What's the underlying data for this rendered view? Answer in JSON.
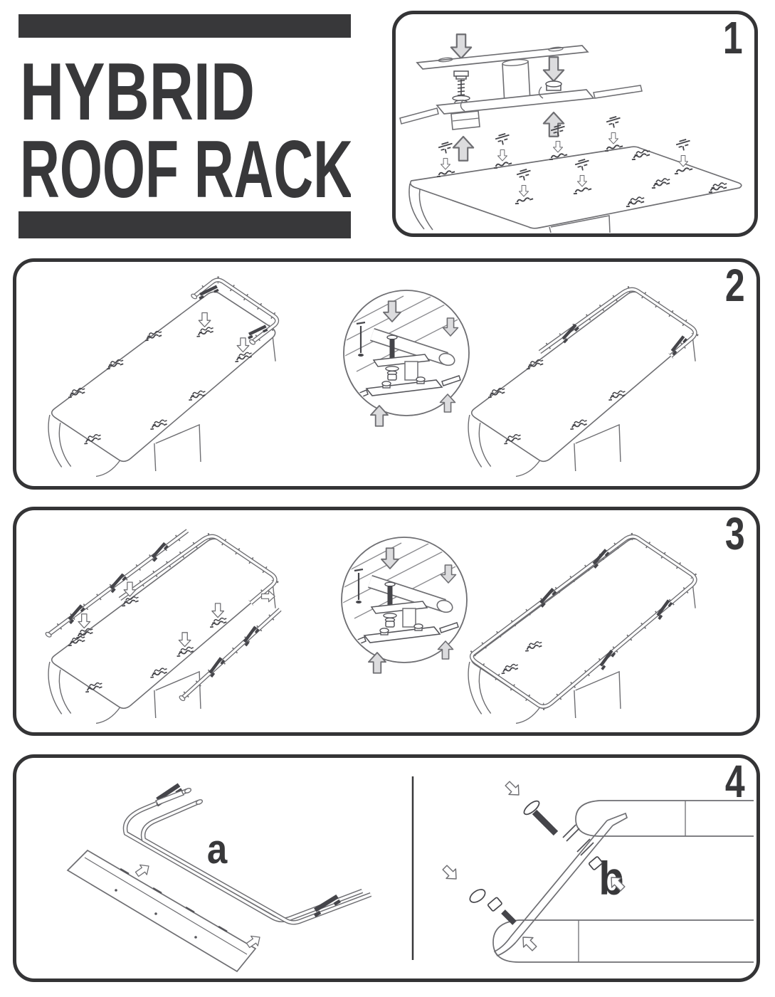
{
  "title": {
    "line1": "HYBRID",
    "line2": "ROOF RACK"
  },
  "steps": [
    {
      "number": "1"
    },
    {
      "number": "2"
    },
    {
      "number": "3"
    },
    {
      "number": "4",
      "sub_steps": [
        {
          "label": "a"
        },
        {
          "label": "b"
        }
      ]
    }
  ],
  "colors": {
    "ink": "#38383a",
    "line_art": "#6e6e72",
    "line_art_dark": "#45454a",
    "arrow_fill_light": "#dcdcde",
    "arrow_fill_white": "#ffffff",
    "background": "#ffffff"
  },
  "icon_names": [
    "down-arrow-icon",
    "up-arrow-icon",
    "right-arrow-icon",
    "t-bolt-fastener-icon",
    "mount-cleat-icon"
  ]
}
